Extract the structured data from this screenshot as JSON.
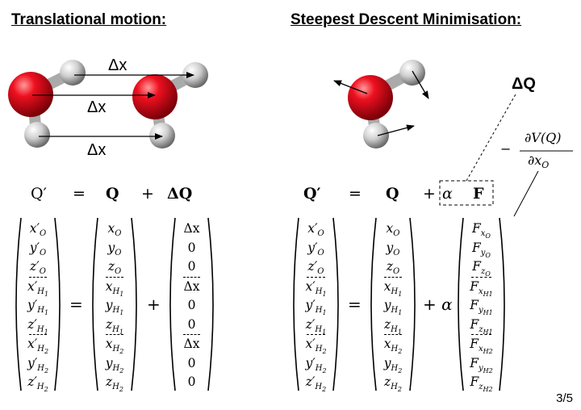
{
  "titles": {
    "left": "Translational motion:",
    "right": "Steepest Descent Minimisation:"
  },
  "labels": {
    "dx_top": "Δx",
    "dx_mid": "Δx",
    "dx_bot": "Δx",
    "dQ": "ΔQ"
  },
  "gradient": {
    "minus": "−",
    "numerator": "∂V(Q)",
    "denominator": "∂x",
    "denom_sub": "O"
  },
  "left_eq": {
    "lhs": "Q′",
    "eq": "=",
    "q": "Q",
    "plus": "+",
    "dq": "ΔQ"
  },
  "right_eq": {
    "lhs": "Q′",
    "eq": "=",
    "q": "Q",
    "plus": "+",
    "alpha": "α",
    "f": "F"
  },
  "matrices": {
    "qprime": [
      "x′O",
      "y′O",
      "z′O",
      "x′H1",
      "y′H1",
      "z′H1",
      "x′H2",
      "y′H2",
      "z′H2"
    ],
    "q": [
      "xO",
      "yO",
      "zO",
      "xH1",
      "yH1",
      "zH1",
      "xH2",
      "yH2",
      "zH2"
    ],
    "dq": [
      "Δx",
      "0",
      "0",
      "Δx",
      "0",
      "0",
      "Δx",
      "0",
      "0"
    ],
    "f": [
      "FxO",
      "FyO",
      "FzO",
      "FxH1",
      "FyH1",
      "FzH1",
      "FxH2",
      "FyH2",
      "FzH2"
    ]
  },
  "operators": {
    "eq_l": "=",
    "plus_l": "+",
    "eq_r": "=",
    "plus_alpha": "+ α"
  },
  "page": "3/5",
  "colors": {
    "oxygen": "#e8001a",
    "hydrogen": "#c8c8c8"
  }
}
